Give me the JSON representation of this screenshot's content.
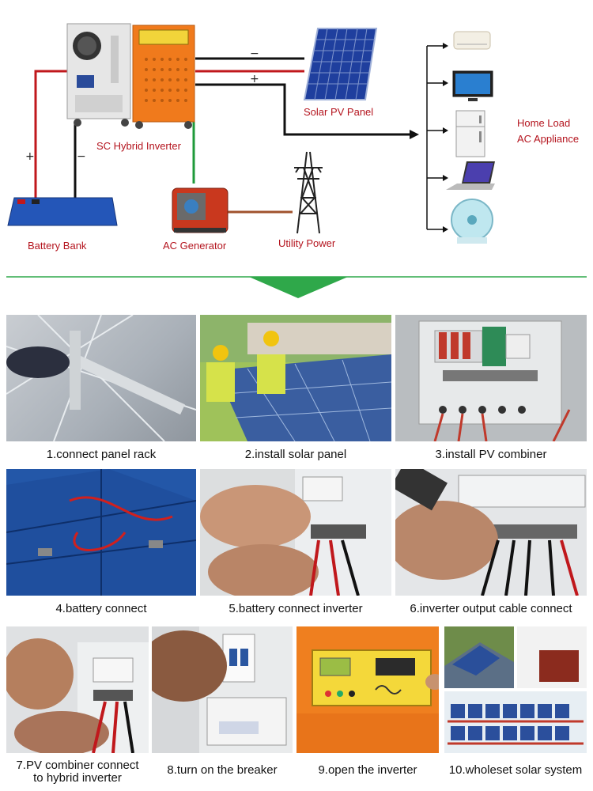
{
  "diagram": {
    "labels": {
      "inverter": "SC Hybrid Inverter",
      "solar_panel": "Solar PV Panel",
      "battery": "Battery Bank",
      "generator": "AC Generator",
      "utility": "Utility Power",
      "home_load_line1": "Home Load",
      "home_load_line2": "AC Appliance"
    },
    "signs": {
      "pv_negative": "−",
      "pv_positive": "+",
      "battery_positive": "+",
      "battery_negative": "−"
    },
    "colors": {
      "label_red": "#b4141e",
      "positive_wire": "#c0181c",
      "negative_wire": "#111111",
      "generator_wire": "#a0522d",
      "ground_wire": "#1f9a3a",
      "divider_green": "#2fa84a",
      "inverter_orange": "#f07a1c"
    }
  },
  "steps": [
    {
      "caption": "1.connect panel rack"
    },
    {
      "caption": "2.install solar panel"
    },
    {
      "caption": "3.install PV combiner"
    },
    {
      "caption": "4.battery connect"
    },
    {
      "caption": "5.battery connect inverter"
    },
    {
      "caption": "6.inverter output cable connect"
    },
    {
      "caption": "7.PV combiner connect\nto hybrid inverter"
    },
    {
      "caption": "8.turn on the  breaker"
    },
    {
      "caption": "9.open the inverter"
    },
    {
      "caption": "10.wholeset solar system"
    }
  ]
}
